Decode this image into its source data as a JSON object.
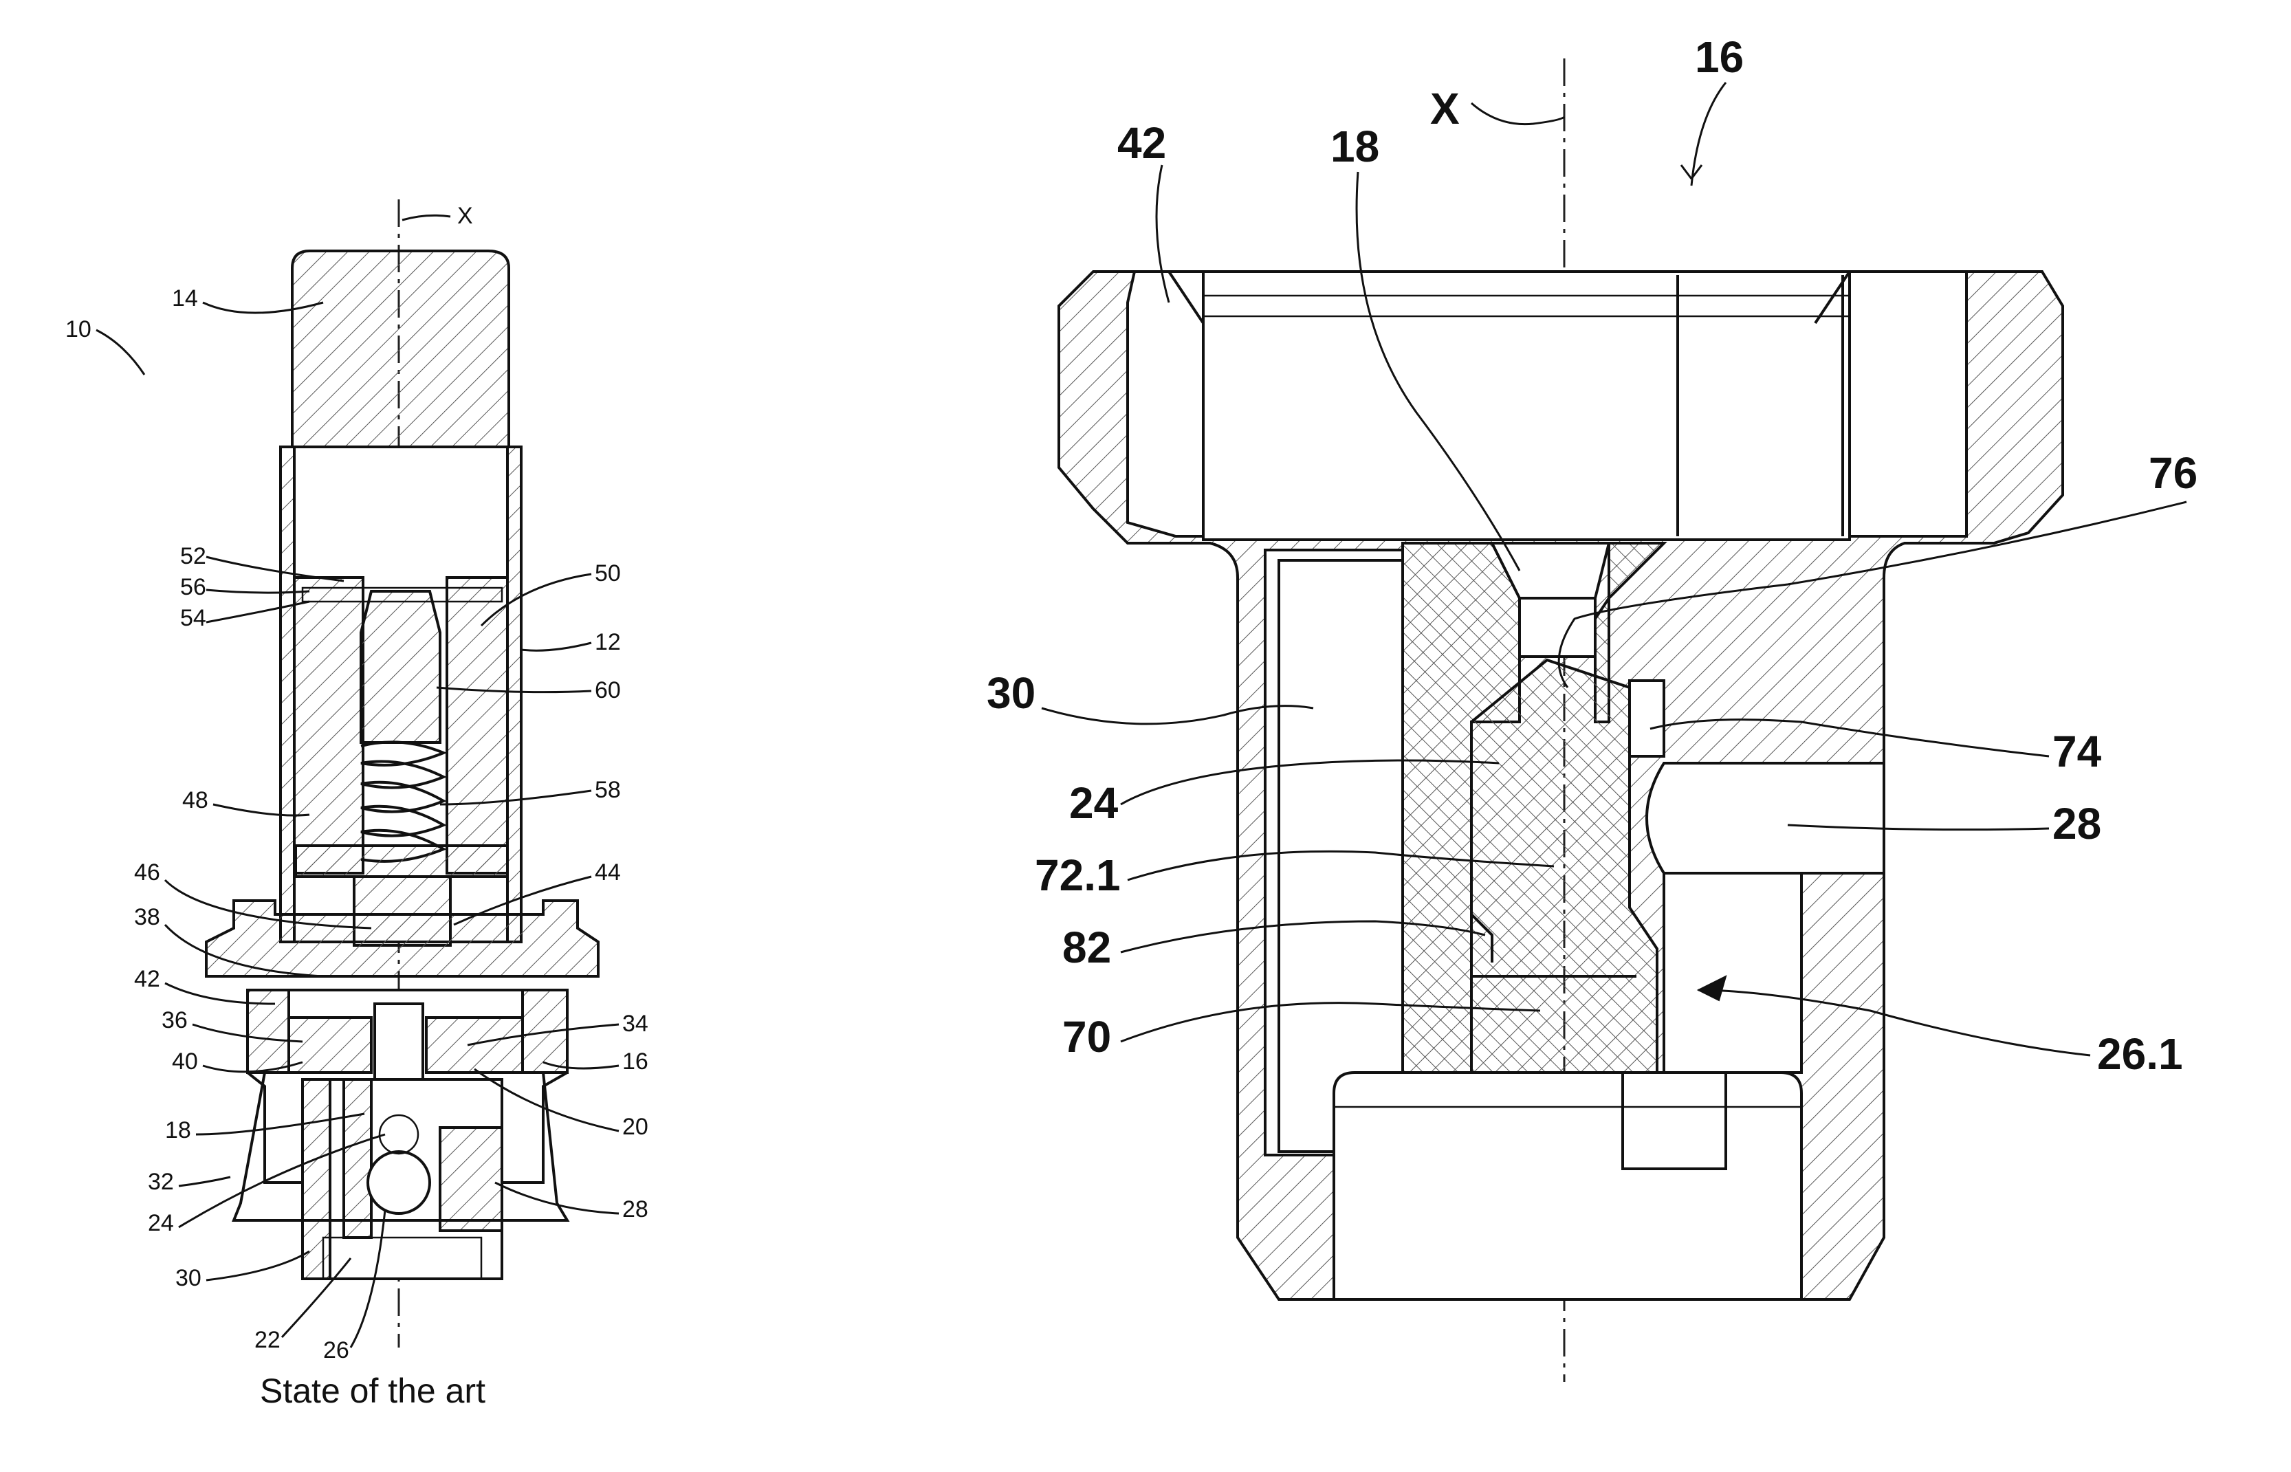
{
  "figure_left": {
    "caption": "State of the art",
    "axis_label": "X",
    "assembly_label": "10",
    "labels": {
      "l14": "14",
      "l52": "52",
      "l56": "56",
      "l54": "54",
      "l50": "50",
      "l12": "12",
      "l60": "60",
      "l48": "48",
      "l58": "58",
      "l46": "46",
      "l44": "44",
      "l38": "38",
      "l42": "42",
      "l36": "36",
      "l34": "34",
      "l40": "40",
      "l16": "16",
      "l18": "18",
      "l20": "20",
      "l32": "32",
      "l24": "24",
      "l28": "28",
      "l30": "30",
      "l22": "22",
      "l26": "26"
    }
  },
  "figure_right": {
    "axis_label": "X",
    "assembly_label": "16",
    "labels": {
      "l42": "42",
      "l18": "18",
      "l76": "76",
      "l30": "30",
      "l74": "74",
      "l24": "24",
      "l28": "28",
      "l72_1": "72.1",
      "l82": "82",
      "l70": "70",
      "l26_1": "26.1"
    }
  }
}
